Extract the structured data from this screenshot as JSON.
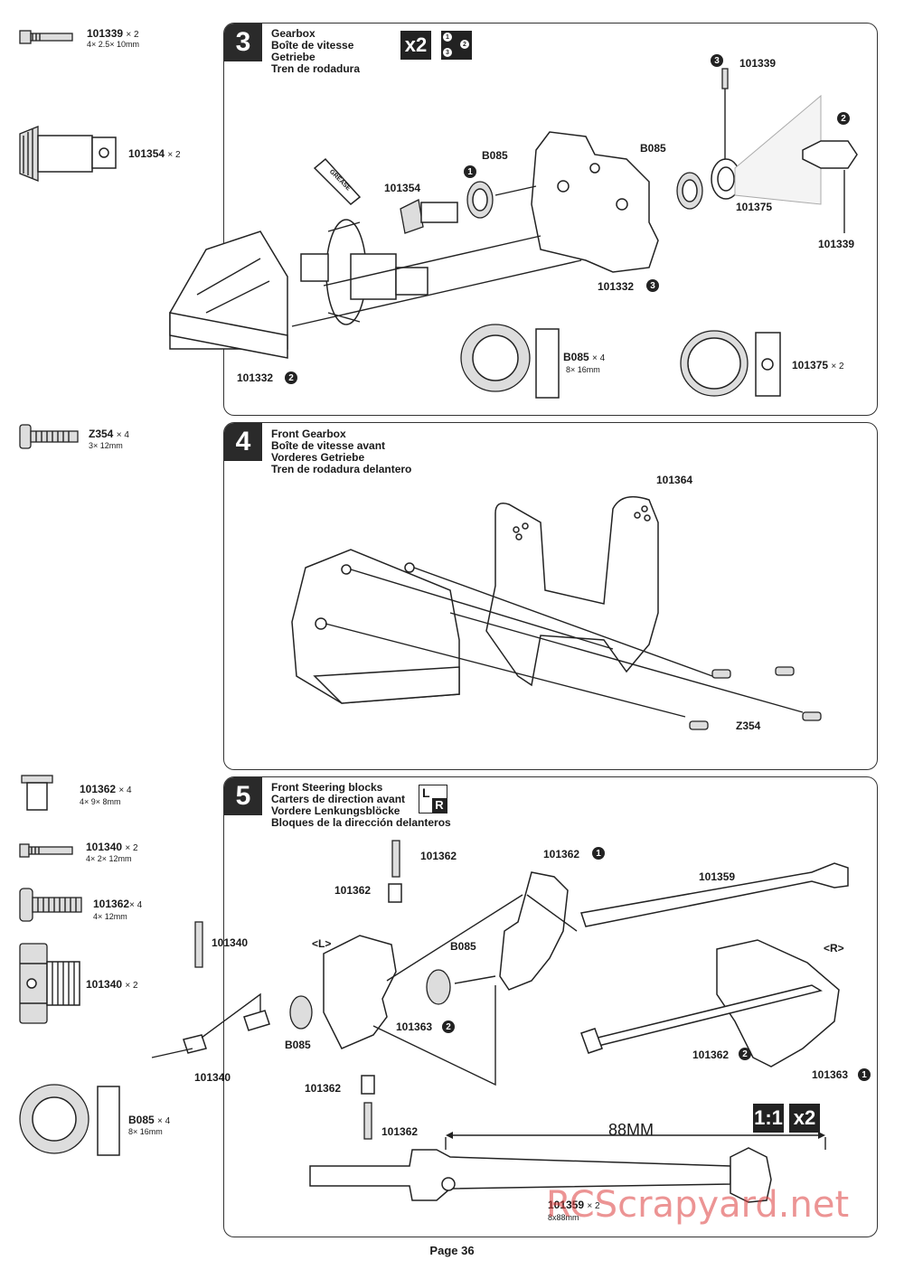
{
  "left_parts": {
    "p1": {
      "code": "101339",
      "qty": "× 2",
      "dims": "4× 2.5× 10mm"
    },
    "p2": {
      "code": "101354",
      "qty": "× 2"
    },
    "p3": {
      "code": "Z354",
      "qty": "× 4",
      "dims": "3× 12mm"
    },
    "p4": {
      "code": "101362",
      "qty": "× 4",
      "dims": "4× 9× 8mm"
    },
    "p5": {
      "code": "101340",
      "qty": "× 2",
      "dims": "4× 2× 12mm"
    },
    "p6": {
      "code": "101362",
      "qty": "× 4",
      "dims": "4× 12mm"
    },
    "p7": {
      "code": "101340",
      "qty": "× 2"
    },
    "p8": {
      "code": "B085",
      "qty": "× 4",
      "dims": "8× 16mm"
    }
  },
  "step3": {
    "number": "3",
    "titles": [
      "Gearbox",
      "Boîte de vitesse",
      "Getriebe",
      "Tren de rodadura"
    ],
    "badge": "x2",
    "seq": [
      "1",
      "2",
      "3"
    ],
    "labels": {
      "grease": "GREASE",
      "a": "101354",
      "b": "B085",
      "c": "B085",
      "d": "101339",
      "e": "101375",
      "f": "101339",
      "g": "101332",
      "h": "101332"
    },
    "nums": {
      "n1": "1",
      "n2": "2",
      "n3": "3",
      "n4": "2",
      "n5": "3"
    },
    "parts": {
      "b085": {
        "code": "B085",
        "qty": "× 4",
        "dims": "8× 16mm"
      },
      "r375": {
        "code": "101375",
        "qty": "× 2"
      }
    }
  },
  "step4": {
    "number": "4",
    "titles": [
      "Front Gearbox",
      "Boîte de vitesse avant",
      "Vorderes Getriebe",
      "Tren de rodadura delantero"
    ],
    "labels": {
      "plate": "101364",
      "screw": "Z354"
    }
  },
  "step5": {
    "number": "5",
    "titles": [
      "Front Steering blocks",
      "Carters de direction avant",
      "Vordere Lenkungsblöcke",
      "Bloques de la dirección delanteros"
    ],
    "lr": [
      "L",
      "R"
    ],
    "labels": {
      "a": "101362",
      "b": "101362",
      "c": "101362",
      "d": "101359",
      "e": "<L>",
      "f": "<R>",
      "g": "B085",
      "h": "101340",
      "i": "B085",
      "j": "101340",
      "k": "101363",
      "l": "101362",
      "m": "101363",
      "n": "101362",
      "o": "101362"
    },
    "nums": {
      "n1": "1",
      "n2": "2",
      "n3": "2",
      "n4": "1"
    },
    "scale": "1:1",
    "badge": "x2",
    "length": "88MM",
    "shaft": {
      "code": "101359",
      "qty": "× 2",
      "dims": "8x88mm"
    }
  },
  "watermark": "RCScrapyard.net",
  "page": "Page 36"
}
